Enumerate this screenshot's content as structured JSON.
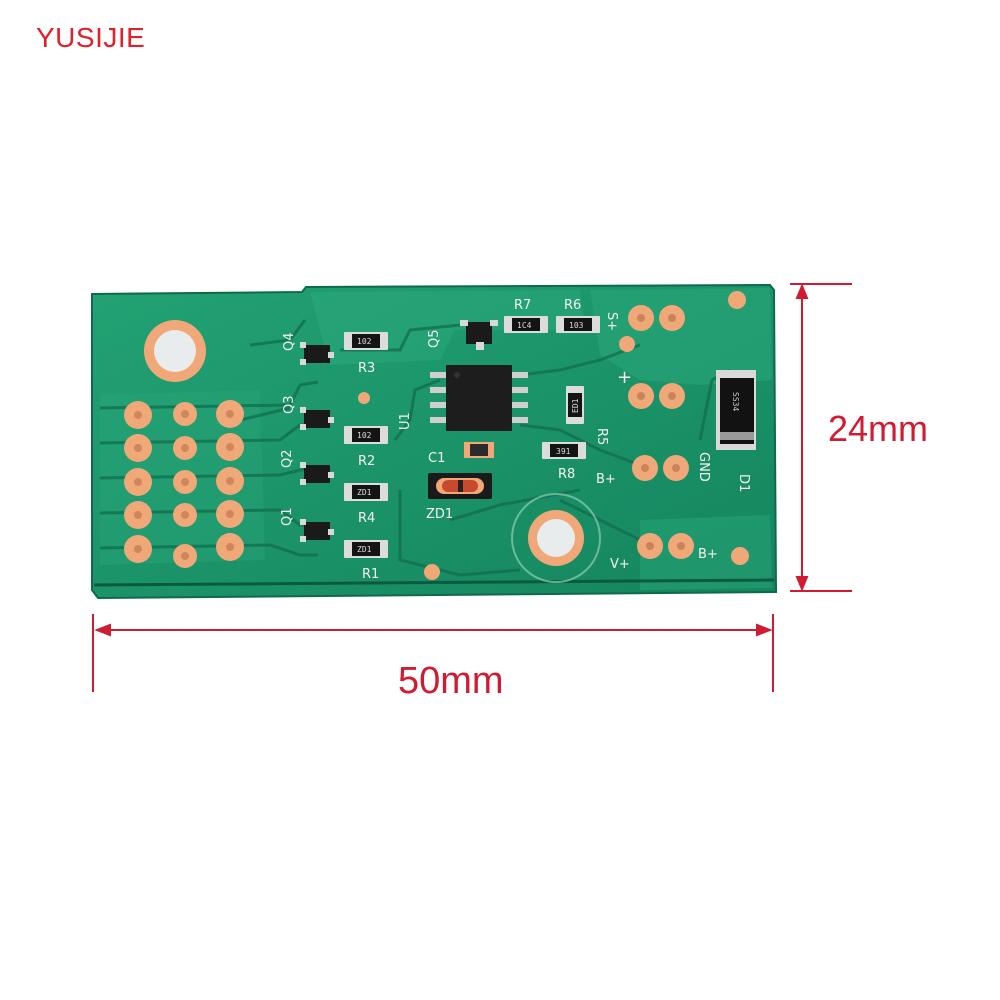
{
  "brand": "YUSIJIE",
  "dimensions": {
    "height": "24mm",
    "width": "50mm"
  },
  "silkscreen": {
    "q1": "Q1",
    "q2": "Q2",
    "q3": "Q3",
    "q4": "Q4",
    "q5": "Q5",
    "r1": "R1",
    "r2": "R2",
    "r3": "R3",
    "r4": "R4",
    "r5": "R5",
    "r6": "R6",
    "r7": "R7",
    "r8": "R8",
    "c1": "C1",
    "zd1": "ZD1",
    "d1": "D1",
    "s_plus": "S+",
    "plus": "+",
    "gnd": "GND",
    "v_plus": "V+",
    "b_plus_upper": "B+",
    "b_plus_lower": "B+",
    "u1": "U1"
  },
  "components": {
    "r1_code": "ZD1",
    "r2_code": "102",
    "r3_code": "102",
    "r4_code": "ZD1",
    "r5_code": "ED1",
    "r6_code": "103",
    "r7_code": "1C4",
    "r8_code": "391",
    "d1_code": "SS34"
  },
  "colors": {
    "pcb": "#1f9a6e",
    "pcb_copper": "#2aa97c",
    "pad": "#f0a878",
    "dimension": "#d01c32",
    "brand": "#e0202a"
  }
}
